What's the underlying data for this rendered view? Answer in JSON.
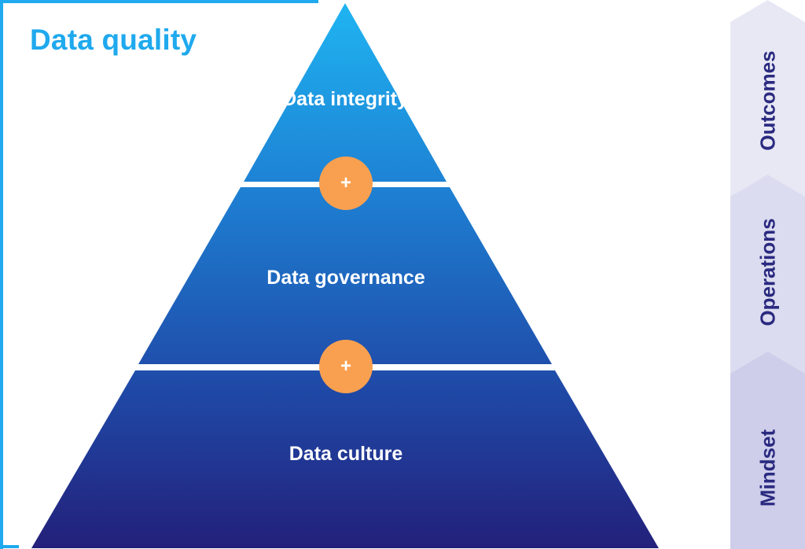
{
  "title": "Data quality",
  "layers": [
    {
      "label": "Data integrity"
    },
    {
      "label": "Data governance"
    },
    {
      "label": "Data culture"
    }
  ],
  "connectors": [
    {
      "symbol": "+"
    },
    {
      "symbol": "+"
    }
  ],
  "side_steps": [
    {
      "label": "Outcomes"
    },
    {
      "label": "Operations"
    },
    {
      "label": "Mindset"
    }
  ],
  "colors": {
    "accent": "#1fa9ee",
    "pyramid_top": "#1fb4f2",
    "pyramid_bottom": "#23207a",
    "connector": "#f9a050",
    "side_text": "#2a2a80"
  }
}
